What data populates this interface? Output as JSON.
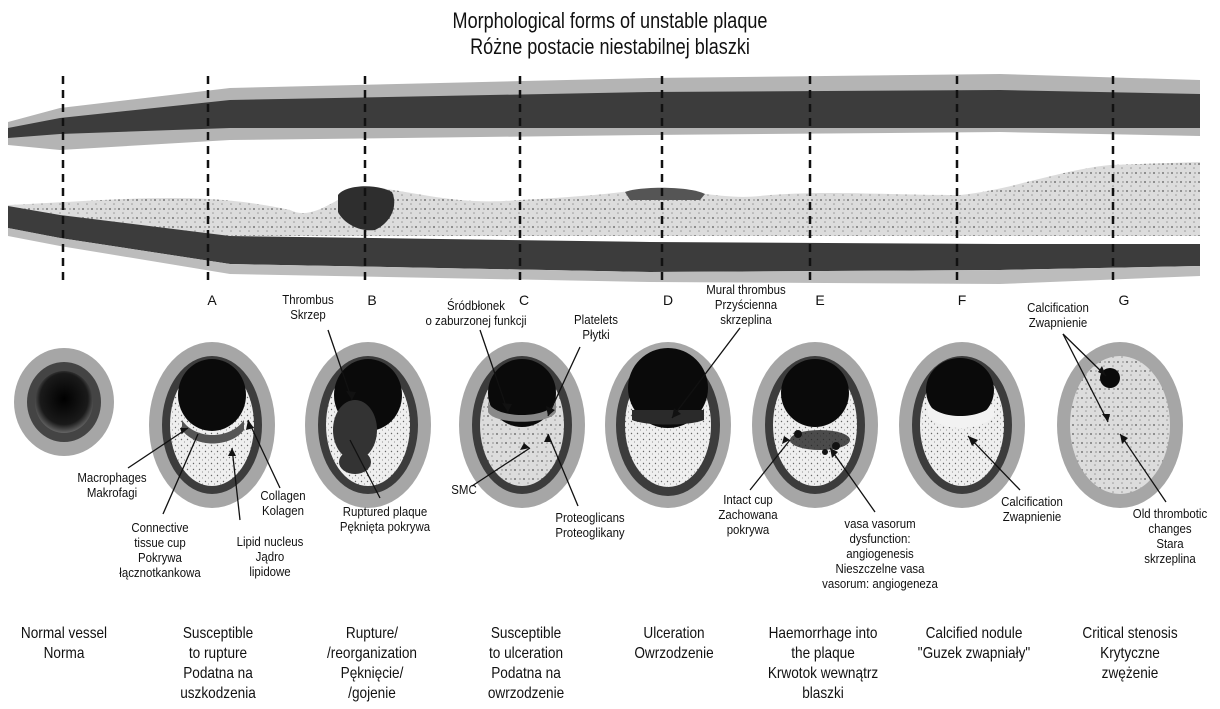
{
  "title": {
    "line1": "Morphological forms of unstable plaque",
    "line2": "Różne postacie niestabilnej blaszki"
  },
  "section_letters": [
    "A",
    "B",
    "C",
    "D",
    "E",
    "F",
    "G"
  ],
  "labels": {
    "thrombus": [
      "Thrombus",
      "Skrzep"
    ],
    "endothelium": [
      "Śródbłonek",
      "o zaburzonej funkcji"
    ],
    "platelets": [
      "Platelets",
      "Płytki"
    ],
    "mural_thrombus": [
      "Mural thrombus",
      "Przyścienna",
      "skrzeplina"
    ],
    "calcification_g": [
      "Calcification",
      "Zwapnienie"
    ],
    "macrophages": [
      "Macrophages",
      "Makrofagi"
    ],
    "collagen": [
      "Collagen",
      "Kolagen"
    ],
    "connective_cup": [
      "Connective",
      "tissue cup",
      "Pokrywa",
      "łącznotkankowa"
    ],
    "lipid_nucleus": [
      "Lipid nucleus",
      "Jądro",
      "lipidowe"
    ],
    "ruptured_plaque": [
      "Ruptured plaque",
      "Pęknięta pokrywa"
    ],
    "smc": [
      "SMC"
    ],
    "proteoglicans": [
      "Proteoglicans",
      "Proteoglikany"
    ],
    "intact_cup": [
      "Intact cup",
      "Zachowana",
      "pokrywa"
    ],
    "vasa_vasorum": [
      "vasa vasorum",
      "dysfunction:",
      "angiogenesis",
      "Nieszczelne vasa",
      "vasorum: angiogeneza"
    ],
    "calcification_f": [
      "Calcification",
      "Zwapnienie"
    ],
    "old_thrombotic": [
      "Old thrombotic",
      "changes",
      "Stara",
      "skrzeplina"
    ]
  },
  "stages": [
    [
      "Normal vessel",
      "Norma"
    ],
    [
      "Susceptible",
      "to rupture",
      "Podatna na",
      "uszkodzenia"
    ],
    [
      "Rupture/",
      "/reorganization",
      "Pęknięcie/",
      "/gojenie"
    ],
    [
      "Susceptible",
      "to ulceration",
      "Podatna na",
      "owrzodzenie"
    ],
    [
      "Ulceration",
      "Owrzodzenie"
    ],
    [
      "Haemorrhage into",
      "the plaque",
      "Krwotok wewnątrz",
      "blaszki"
    ],
    [
      "Calcified nodule",
      "\"Guzek zwapniały\""
    ],
    [
      "Critical stenosis",
      "Krytyczne",
      "zwężenie"
    ]
  ],
  "colors": {
    "wall_dark": "#3c3c3c",
    "adventitia": "#a8a8a8",
    "plaque": "#d2d2d2",
    "lumen": "#0a0a0a"
  }
}
